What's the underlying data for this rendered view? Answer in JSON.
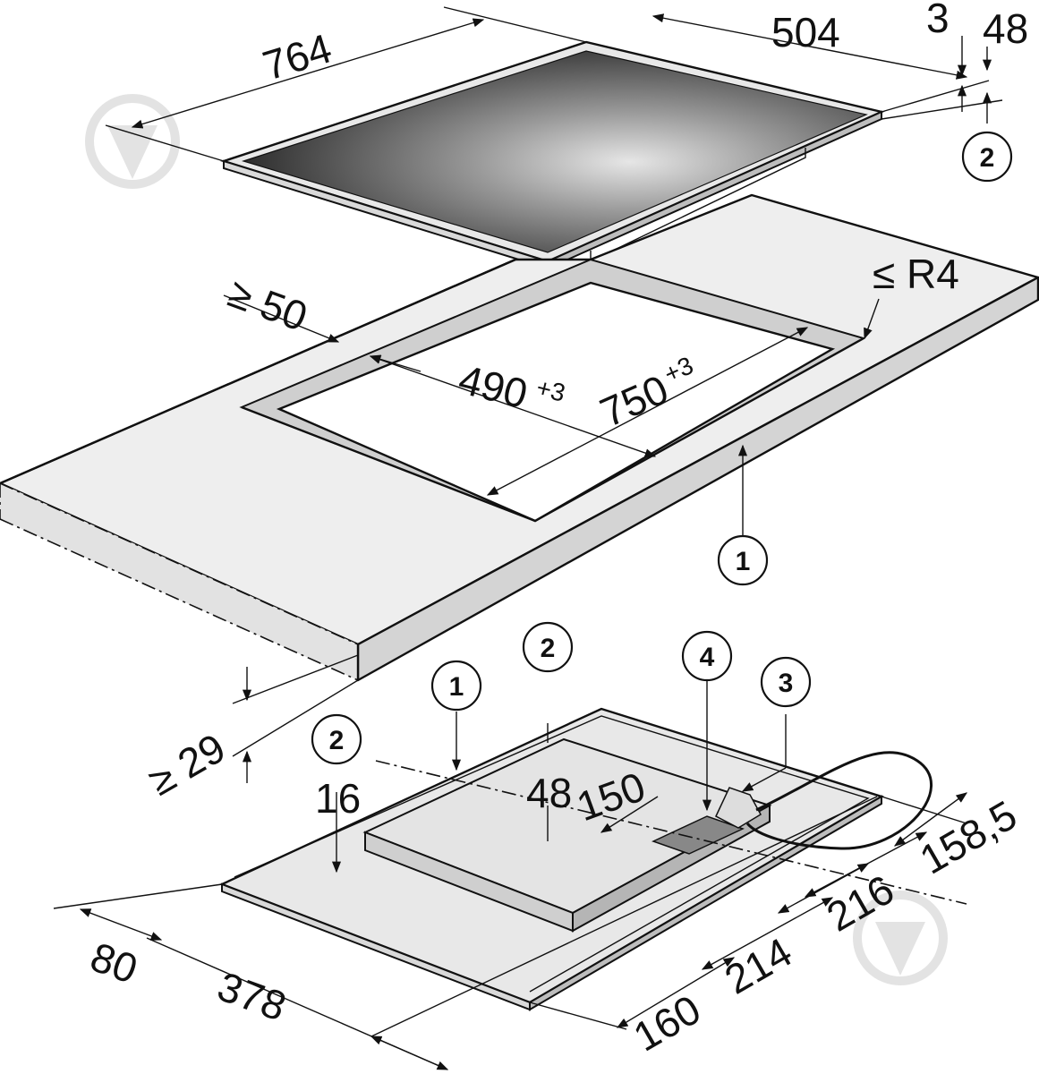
{
  "hob_dimensions": {
    "width": "764",
    "depth": "504",
    "frame": "3",
    "height": "48"
  },
  "cutout": {
    "min_edge": "≥ 50",
    "radius": "≤ R4",
    "depth": "490",
    "depth_tol": "+3",
    "width": "750",
    "width_tol": "+3",
    "min_thickness": "≥ 29"
  },
  "underside": {
    "d16": "16",
    "d48": "48",
    "d150": "150",
    "d158_5": "158,5",
    "d216": "216",
    "d214": "214",
    "d160": "160",
    "d80": "80",
    "d378": "378"
  },
  "callouts": {
    "c1": "1",
    "c2": "2",
    "c3": "3",
    "c4": "4"
  },
  "colors": {
    "line": "#111111",
    "worktop": "#eeeeee",
    "edge": "#d4d4d4",
    "glass_dark": "#1a1a1a",
    "glass_light": "#d8d8d8"
  }
}
